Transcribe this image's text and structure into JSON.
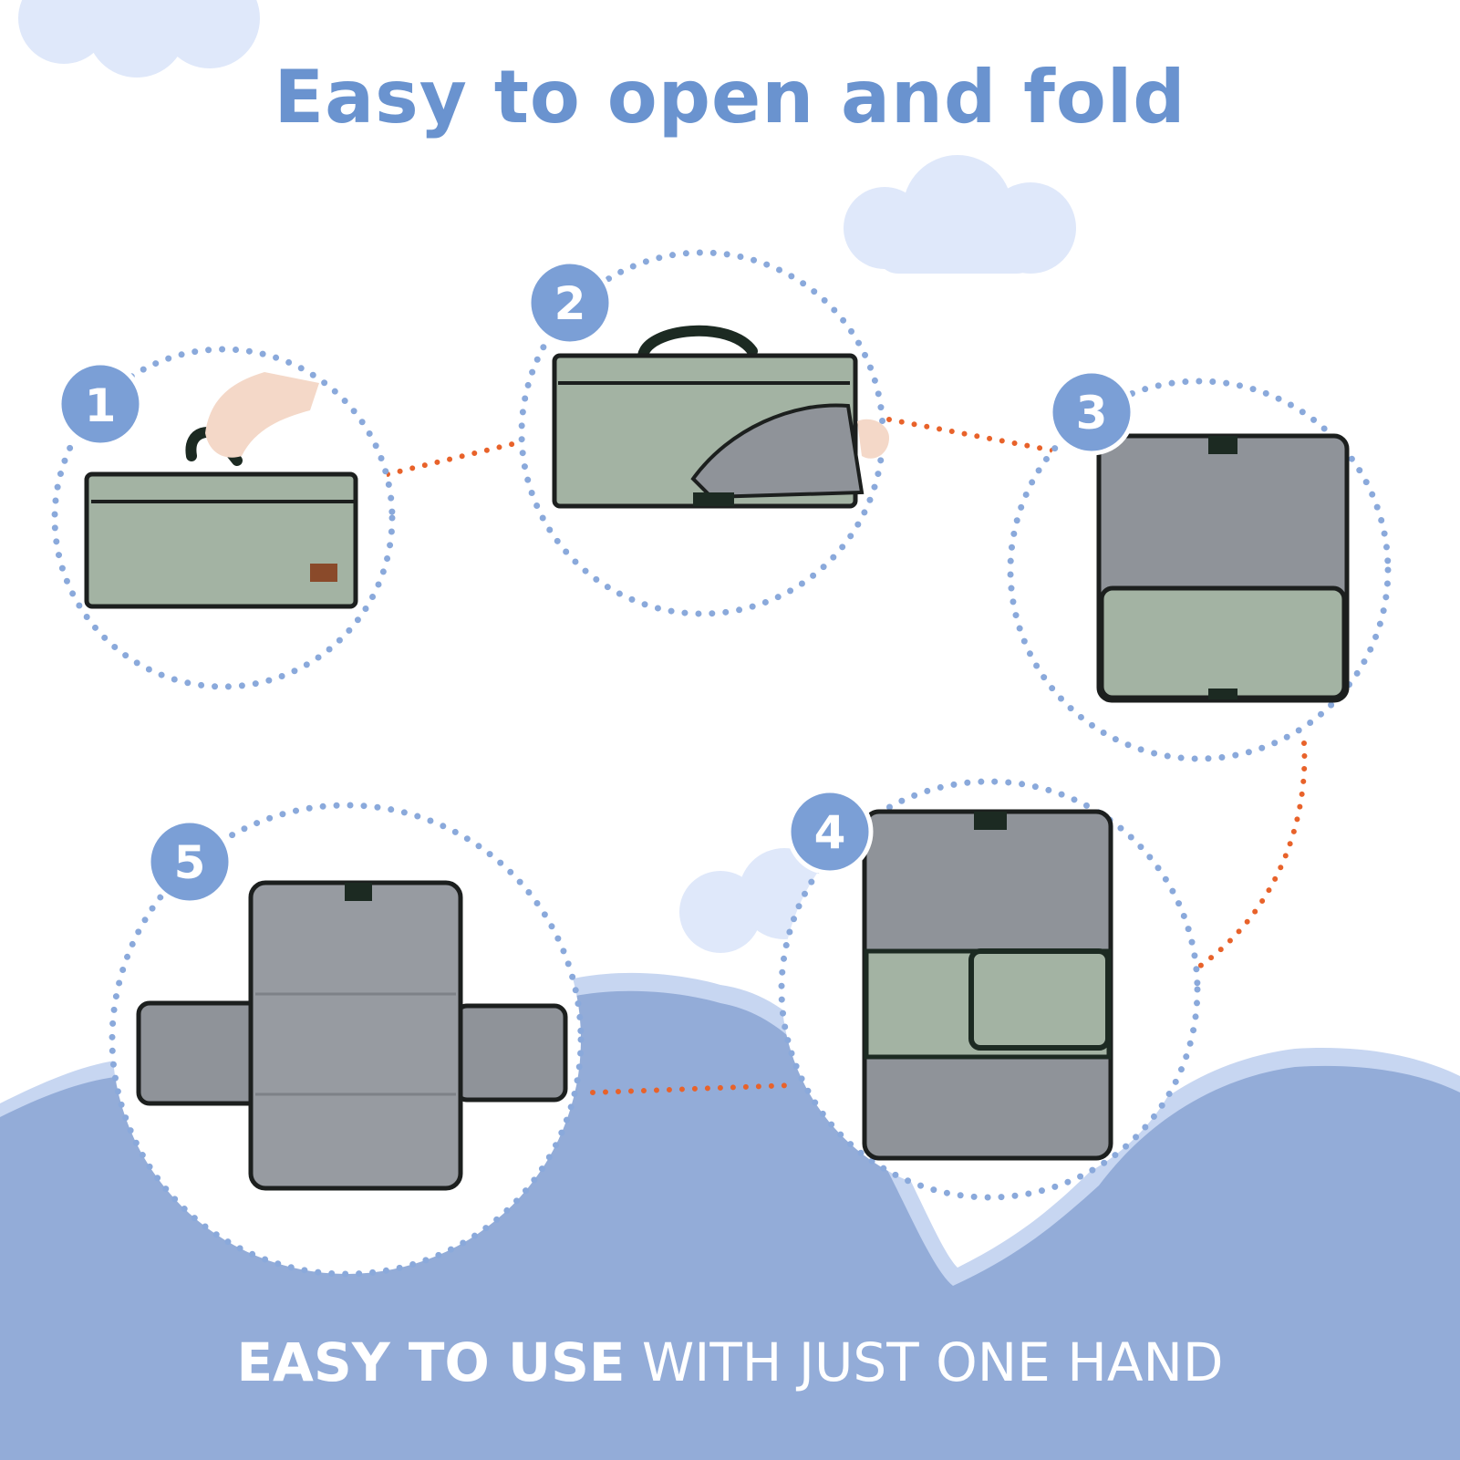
{
  "title": "Easy to open and fold",
  "steps": [
    {
      "number": "1"
    },
    {
      "number": "2"
    },
    {
      "number": "3"
    },
    {
      "number": "4"
    },
    {
      "number": "5"
    }
  ],
  "footer": {
    "bold": "EASY TO USE",
    "light": " WITH JUST ONE HAND"
  },
  "colors": {
    "title": "#6a93cf",
    "badge": "#7b9fd6",
    "dotted_ring": "#8aa9db",
    "connector": "#e8622a",
    "cloud": "#dfe8fa",
    "hill": "#93acd8",
    "hill_edge": "#c7d6f1",
    "fabric_green": "#a3b3a3",
    "fabric_grey": "#8f9399",
    "footer_text": "#ffffff"
  }
}
